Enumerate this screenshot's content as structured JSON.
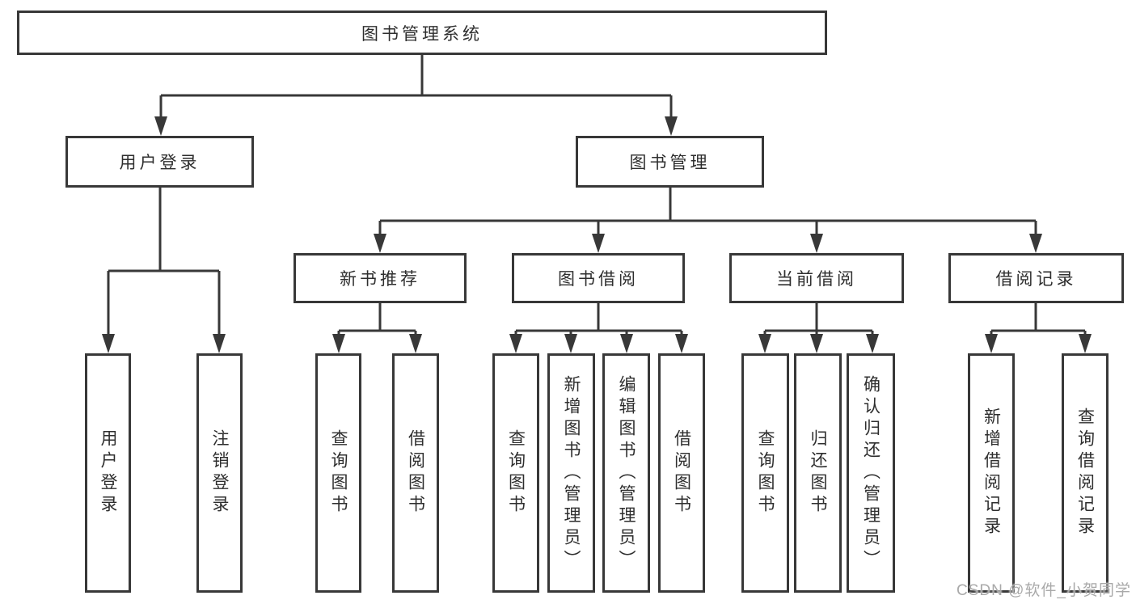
{
  "diagram": {
    "watermark": "CSDN @软件_小贺同学",
    "colors": {
      "line": "#383838",
      "text": "#2e2e2e",
      "watermark": "#a9a9a9",
      "background": "#ffffff"
    },
    "tree": {
      "label": "图书管理系统",
      "children": [
        {
          "label": "用户登录",
          "children": [
            {
              "label": "用户登录"
            },
            {
              "label": "注销登录"
            }
          ]
        },
        {
          "label": "图书管理",
          "children": [
            {
              "label": "新书推荐",
              "children": [
                {
                  "label": "查询图书"
                },
                {
                  "label": "借阅图书"
                }
              ]
            },
            {
              "label": "图书借阅",
              "children": [
                {
                  "label": "查询图书"
                },
                {
                  "label": "新增图书（管理员）"
                },
                {
                  "label": "编辑图书（管理员）"
                },
                {
                  "label": "借阅图书"
                }
              ]
            },
            {
              "label": "当前借阅",
              "children": [
                {
                  "label": "查询图书"
                },
                {
                  "label": "归还图书"
                },
                {
                  "label": "确认归还（管理员）"
                }
              ]
            },
            {
              "label": "借阅记录",
              "children": [
                {
                  "label": "新增借阅记录"
                },
                {
                  "label": "查询借阅记录"
                }
              ]
            }
          ]
        }
      ]
    }
  }
}
